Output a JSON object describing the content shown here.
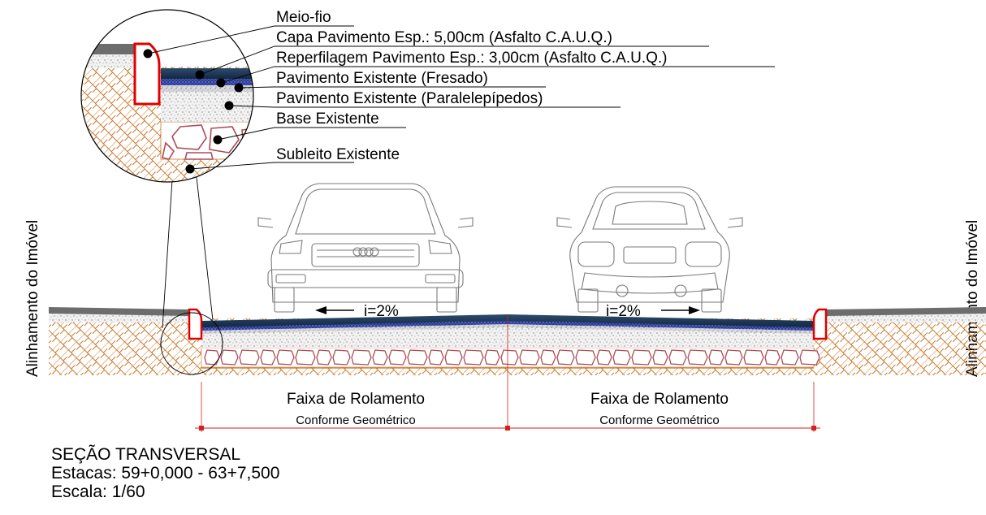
{
  "callout_labels": [
    "Meio-fio",
    "Capa Pavimento Esp.: 5,00cm (Asfalto C.A.U.Q.)",
    "Reperfilagem Pavimento Esp.: 3,00cm (Asfalto C.A.U.Q.)",
    "Pavimento Existente (Fresado)",
    "Pavimento Existente (Paralelepípedos)",
    "Base Existente",
    "Subleito Existente"
  ],
  "side_labels": {
    "left": "Alinhamento do Imóvel",
    "right": "Alinhamento do Imóvel"
  },
  "slopes": {
    "left": "i=2%",
    "right": "i=2%"
  },
  "lanes": {
    "left": {
      "title": "Faixa de Rolamento",
      "subtitle": "Conforme Geométrico"
    },
    "right": {
      "title": "Faixa de Rolamento",
      "subtitle": "Conforme Geométrico"
    }
  },
  "caption": {
    "title": "SEÇÃO TRANSVERSAL",
    "stations": "Estacas: 59+0,000 - 63+7,500",
    "scale": "Escala: 1/60"
  },
  "colors": {
    "curb": "#e00000",
    "asphalt_cap": "#1f3a5a",
    "reprofiling": "#1c2f8c",
    "milled": "#c9c9c9",
    "base_stone": "#b04a58",
    "subgrade": "#c8782a",
    "dimension": "#d62020"
  }
}
